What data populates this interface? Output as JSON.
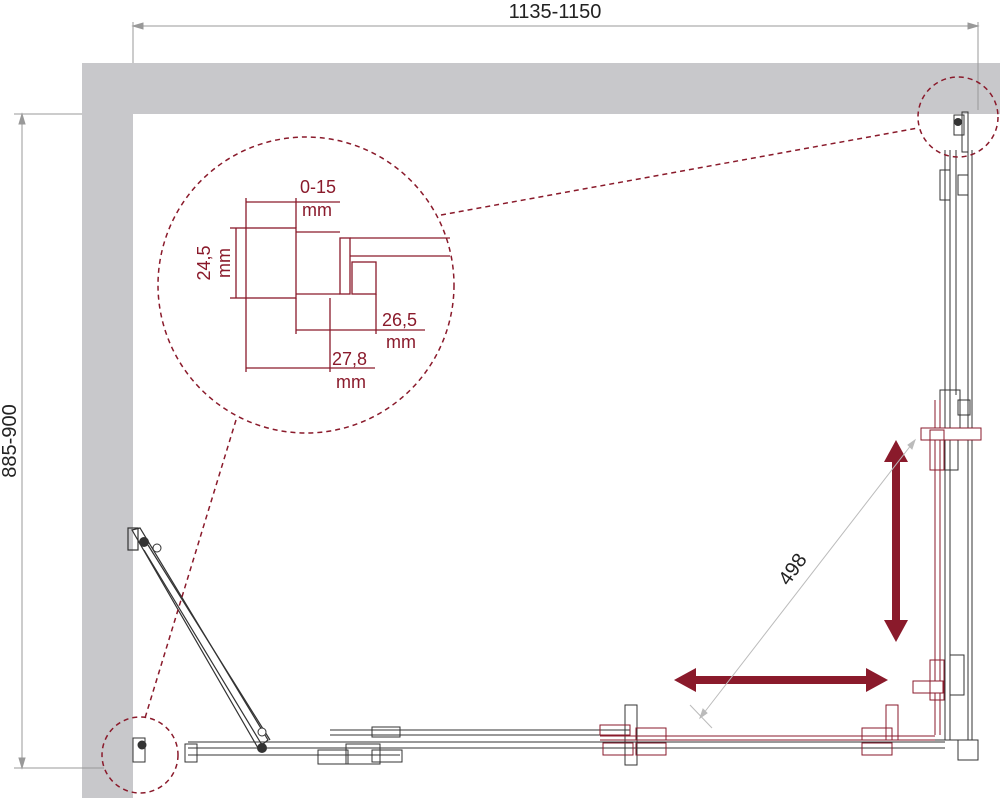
{
  "dimensions": {
    "width_label": "1135-1150",
    "depth_label": "885-900",
    "diagonal_label": "498"
  },
  "detail": {
    "adjust_range": "0-15",
    "adjust_unit": "mm",
    "profile_height": "24,5",
    "profile_height_unit": "mm",
    "inner_width": "26,5",
    "inner_width_unit": "mm",
    "outer_width": "27,8",
    "outer_width_unit": "mm"
  },
  "colors": {
    "wall": "#c8c8cb",
    "accent": "#8a1a2b",
    "line": "#333333",
    "dimension": "#999999"
  }
}
